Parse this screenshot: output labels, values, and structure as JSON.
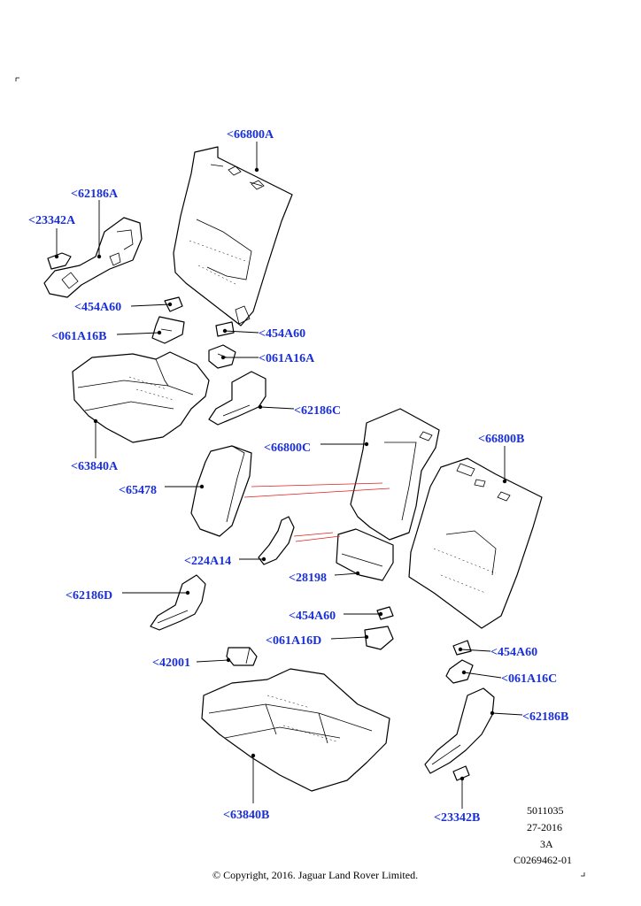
{
  "callouts": {
    "c66800A": "<66800A",
    "c62186A": "<62186A",
    "c23342A": "<23342A",
    "c454A60_1": "<454A60",
    "c061A16B": "<061A16B",
    "c454A60_2": "<454A60",
    "c061A16A": "<061A16A",
    "c62186C": "<62186C",
    "c63840A": "<63840A",
    "c66800C": "<66800C",
    "c66800B": "<66800B",
    "c65478": "<65478",
    "c224A14": "<224A14",
    "c28198": "<28198",
    "c62186D": "<62186D",
    "c454A60_3": "<454A60",
    "c061A16D": "<061A16D",
    "c42001": "<42001",
    "c454A60_4": "<454A60",
    "c061A16C": "<061A16C",
    "c62186B": "<62186B",
    "c63840B": "<63840B",
    "c23342B": "<23342B"
  },
  "meta": {
    "line1": "5011035",
    "line2": "27-2016",
    "line3": "3A",
    "line4": "C0269462-01"
  },
  "copyright": "© Copyright, 2016. Jaguar Land Rover Limited.",
  "colors": {
    "callout": "#1a30d6",
    "leader_red": "#e31b1b"
  }
}
